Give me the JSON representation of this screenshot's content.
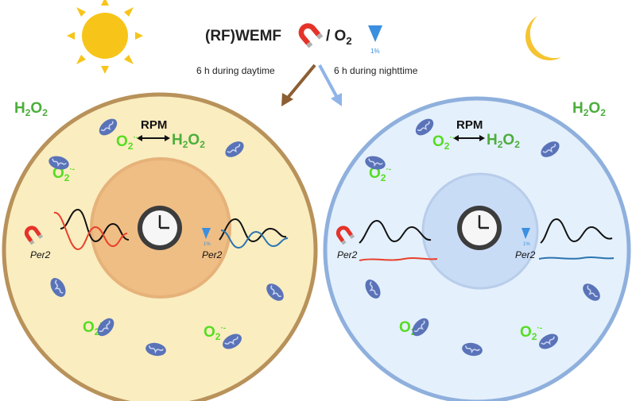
{
  "header": {
    "wemf_label": "(RF)WEMF",
    "separator": "/ O",
    "o2_subscript": "2",
    "percent_top": "1%",
    "daytime_label": "6 h during daytime",
    "nighttime_label": "6 h during nighttime"
  },
  "day_cell": {
    "h2o2_outer": "H",
    "rpm_label": "RPM",
    "o2_species": "O",
    "per2_magnet_label": "Per2",
    "per2_hypoxia_label": "Per2",
    "hypoxia_percent": "1%",
    "colors": {
      "cytoplasm": "#faedc0",
      "membrane": "#b8925a",
      "nucleus": "#efbe84",
      "nucleus_border": "#e6b27a"
    }
  },
  "night_cell": {
    "h2o2_outer": "H",
    "rpm_label": "RPM",
    "o2_species": "O",
    "per2_magnet_label": "Per2",
    "per2_hypoxia_label": "Per2",
    "hypoxia_percent": "1%",
    "colors": {
      "cytoplasm": "#e4f0fc",
      "membrane": "#8fb0dd",
      "nucleus": "#c9dcf6",
      "nucleus_border": "#b8cdea"
    }
  },
  "colors": {
    "sun": "#f7c51a",
    "moon": "#f5c430",
    "arrow_day": "#8c5e32",
    "arrow_night": "#8fb4e8",
    "h2o2": "#4cae3c",
    "superoxide": "#55dd22",
    "wave_red": "#e8402a",
    "wave_blue": "#2a74b0",
    "mitochondria": "#5a73b8"
  },
  "icons": [
    "sun-icon",
    "moon-icon",
    "magnet-icon",
    "hypoxia-triangle-icon",
    "clock-icon",
    "mitochondrion-icon"
  ]
}
